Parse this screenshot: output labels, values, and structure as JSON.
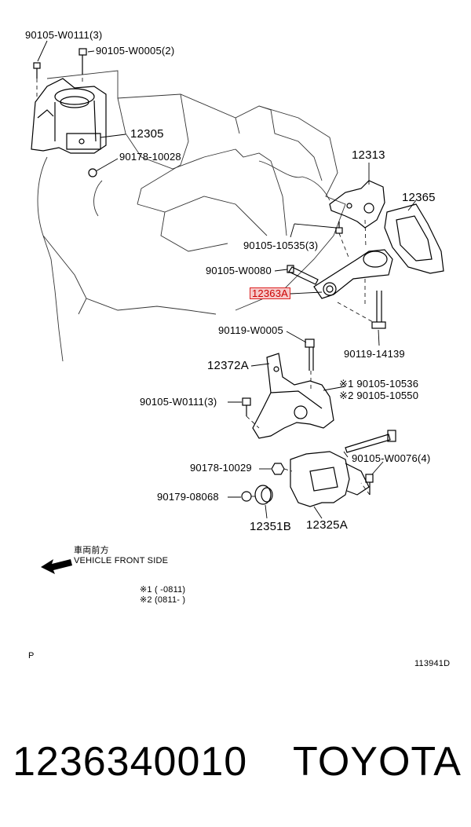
{
  "callouts": {
    "c1": "90105-W0111(3)",
    "c2": "90105-W0005(2)",
    "c3": "12305",
    "c4": "90178-10028",
    "c5": "12313",
    "c6": "12365",
    "c7": "90105-10535(3)",
    "c8": "90105-W0080",
    "c9": "12363A",
    "c10": "90119-W0005",
    "c11": "90119-14139",
    "c12": "12372A",
    "c13": "※1 90105-10536",
    "c14": "※2 90105-10550",
    "c15": "90105-W0111(3)",
    "c16": "90105-W0076(4)",
    "c17": "90178-10029",
    "c18": "90179-08068",
    "c19": "12351B",
    "c20": "12325A"
  },
  "direction": {
    "japanese": "車両前方",
    "english": "VEHICLE FRONT SIDE"
  },
  "notes": {
    "n1": "※1 (     -0811)",
    "n2": "※2 (0811-     )"
  },
  "corner_marker": "P",
  "diagram_code": "113941D",
  "footer": {
    "part_number": "1236340010",
    "brand": "TOYOTA"
  },
  "highlight_color": "#d22222"
}
